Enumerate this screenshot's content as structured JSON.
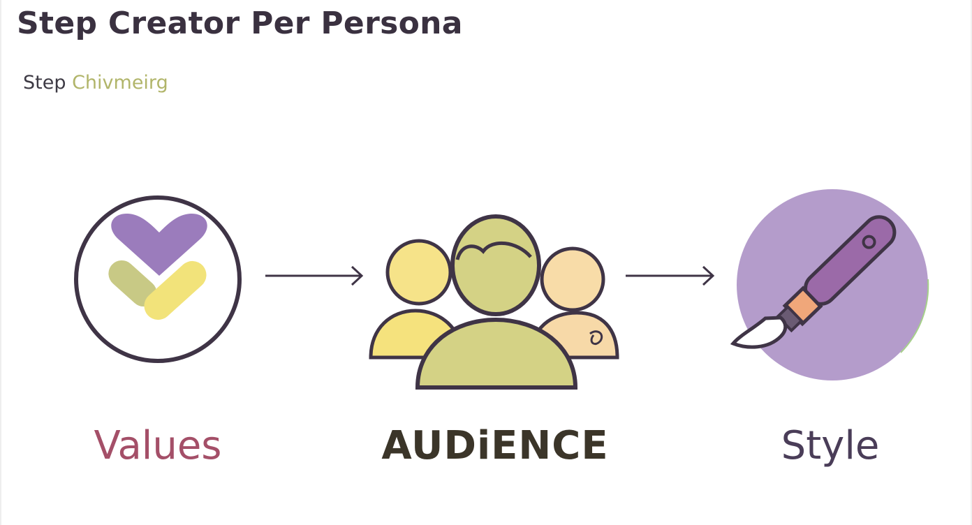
{
  "header": {
    "title": "Step Creator Per Persona",
    "subtitle_prefix": "Step",
    "subtitle_accent": "Chivmeirg"
  },
  "steps": [
    {
      "label": "Values",
      "icon": "heart-check-icon"
    },
    {
      "label": "AUDiENCE",
      "icon": "people-group-icon"
    },
    {
      "label": "Style",
      "icon": "paintbrush-icon"
    }
  ],
  "colors": {
    "title": "#3a3140",
    "subtitle_accent": "#b1b56a",
    "values_label": "#a44f68",
    "audience_label": "#3b3529",
    "style_label": "#4a3d58",
    "purple": "#9b7cbc",
    "olive": "#c8c985",
    "yellow": "#f2e37a",
    "outline": "#3f3446"
  }
}
